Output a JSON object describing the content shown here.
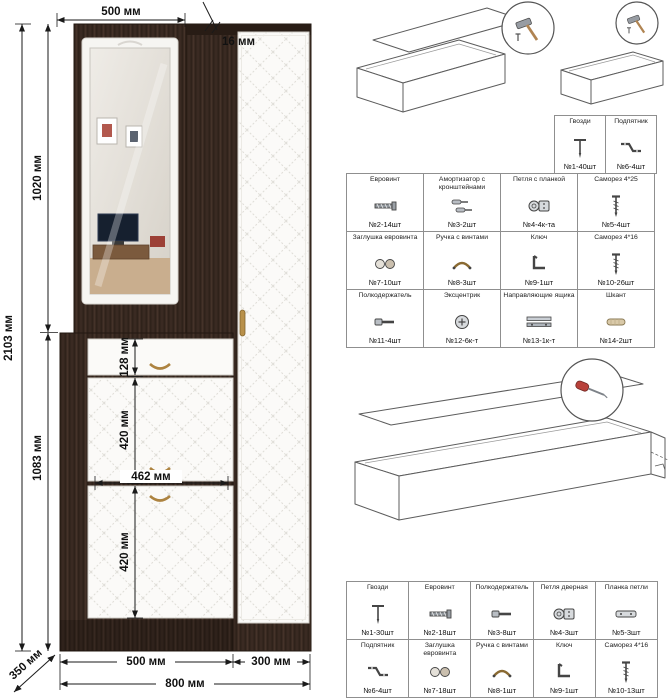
{
  "drawing": {
    "dim_top_width": "500 мм",
    "dim_panel_thickness": "16 мм",
    "dim_total_height": "2103 мм",
    "dim_upper_height": "1020 мм",
    "dim_lower_height": "1083 мм",
    "dim_drawer_height": "128 мм",
    "dim_flap1_height": "420 мм",
    "dim_inner_width": "462 мм",
    "dim_flap2_height": "420 мм",
    "dim_bottom_left": "500 мм",
    "dim_bottom_right": "300 мм",
    "dim_total_width": "800 мм",
    "dim_depth": "350 мм"
  },
  "parts_table_1": {
    "rows": [
      {
        "cells": [
          {
            "label": "Гвозди",
            "qty": "№1-40шт",
            "icon": "nail-icon"
          },
          {
            "label": "Подпятник",
            "qty": "№6-4шт",
            "icon": "footpad-icon"
          }
        ]
      },
      {
        "cells": [
          {
            "label": "Евровинт",
            "qty": "№2-14шт",
            "icon": "euroscrew-icon"
          },
          {
            "label": "Амортизатор с кронштейнами",
            "qty": "№3-2шт",
            "icon": "damper-icon"
          },
          {
            "label": "Петля с планкой",
            "qty": "№4-4к-та",
            "icon": "hinge-icon"
          },
          {
            "label": "Саморез 4*25",
            "qty": "№5-4шт",
            "icon": "screw-icon"
          }
        ]
      },
      {
        "cells": [
          {
            "label": "Заглушка евровинта",
            "qty": "№7-10шт",
            "icon": "cap-icon"
          },
          {
            "label": "Ручка с винтами",
            "qty": "№8-3шт",
            "icon": "handle-icon"
          },
          {
            "label": "Ключ",
            "qty": "№9-1шт",
            "icon": "key-icon"
          },
          {
            "label": "Саморез 4*16",
            "qty": "№10-26шт",
            "icon": "screw-icon"
          }
        ]
      },
      {
        "cells": [
          {
            "label": "Полкодержатель",
            "qty": "№11-4шт",
            "icon": "shelfpin-icon"
          },
          {
            "label": "Эксцентрик",
            "qty": "№12-6к-т",
            "icon": "cam-icon"
          },
          {
            "label": "Направляющие ящика",
            "qty": "№13-1к-т",
            "icon": "slides-icon"
          },
          {
            "label": "Шкант",
            "qty": "№14-2шт",
            "icon": "dowel-icon"
          }
        ]
      }
    ]
  },
  "parts_table_2": {
    "rows": [
      {
        "cells": [
          {
            "label": "Гвозди",
            "qty": "№1-30шт",
            "icon": "nail-icon"
          },
          {
            "label": "Евровинт",
            "qty": "№2-18шт",
            "icon": "euroscrew-icon"
          },
          {
            "label": "Полкодержатель",
            "qty": "№3-8шт",
            "icon": "shelfpin-icon"
          },
          {
            "label": "Петля дверная",
            "qty": "№4-3шт",
            "icon": "hinge-icon"
          },
          {
            "label": "Планка петли",
            "qty": "№5-3шт",
            "icon": "hingeplate-icon"
          }
        ]
      },
      {
        "cells": [
          {
            "label": "Подпятник",
            "qty": "№6-4шт",
            "icon": "footpad-icon"
          },
          {
            "label": "Заглушка евровинта",
            "qty": "№7-18шт",
            "icon": "cap-icon"
          },
          {
            "label": "Ручка с винтами",
            "qty": "№8-1шт",
            "icon": "handle-icon"
          },
          {
            "label": "Ключ",
            "qty": "№9-1шт",
            "icon": "key-icon"
          },
          {
            "label": "Саморез 4*16",
            "qty": "№10-13шт",
            "icon": "screw-icon"
          }
        ]
      }
    ]
  },
  "colors": {
    "wenge": "#3a2a22",
    "front_white": "#fbfaf8",
    "dimension": "#1a1a1a",
    "handle_gold": "#ad8340"
  }
}
